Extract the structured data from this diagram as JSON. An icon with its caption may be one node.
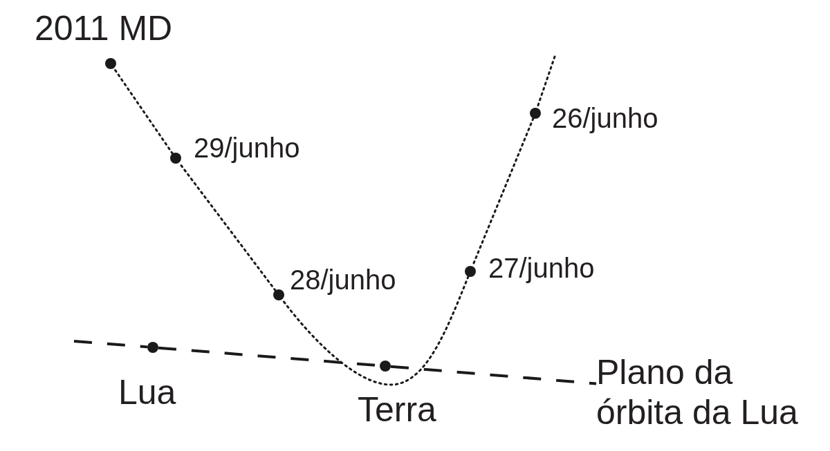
{
  "diagram": {
    "nodes": [
      {
        "text": [],
        "shape": "circle",
        "beside": [
          "2011 MD"
        ]
      },
      {
        "text": [],
        "shape": "circle",
        "beside": [
          "26/junho"
        ]
      },
      {
        "text": [],
        "shape": "circle",
        "beside": [
          "29/junho"
        ]
      },
      {
        "text": [],
        "shape": "circle",
        "beside": [
          "27/junho"
        ]
      },
      {
        "text": [],
        "shape": "circle",
        "beside": [
          "28/junho"
        ]
      },
      {
        "text": [],
        "shape": "circle",
        "beside": [
          "Lua"
        ]
      },
      {
        "text": [],
        "shape": "circle",
        "beside": [
          "Terra"
        ]
      },
      {
        "text": [
          "Plano da órbita da Lua"
        ]
      }
    ],
    "edges": [
      {
        "from": null,
        "to": 1,
        "arrow": "none"
      },
      {
        "from": 1,
        "to": 3,
        "arrow": "none"
      },
      {
        "from": 3,
        "to": 4,
        "arrow": "none"
      },
      {
        "from": 4,
        "to": 2,
        "arrow": "none"
      },
      {
        "from": 2,
        "to": 0,
        "arrow": "none"
      },
      {
        "from": null,
        "to": 5,
        "arrow": "none",
        "style": "dashed"
      },
      {
        "from": 5,
        "to": 6,
        "arrow": "none",
        "style": "dashed"
      },
      {
        "from": 6,
        "to": 7,
        "arrow": "none",
        "style": "dashed"
      }
    ]
  }
}
